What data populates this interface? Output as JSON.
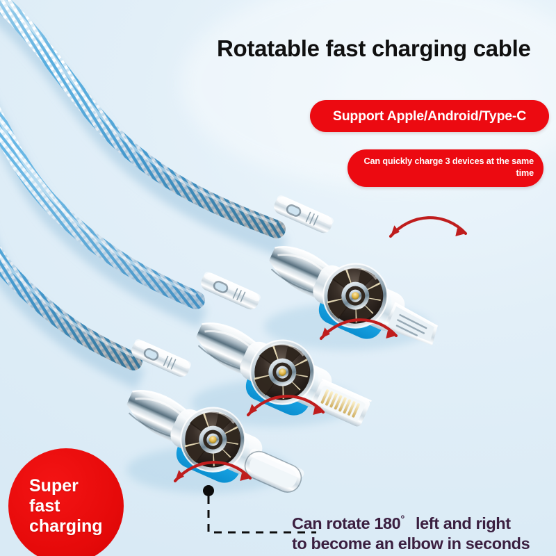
{
  "page": {
    "kind": "product-advertisement",
    "background_color": "#e4f1f8",
    "accent_red": "#ec0a11",
    "arrow_red": "#bf1d1d",
    "caption_color": "#3b1f40",
    "cable_blue": "#4aa8e0",
    "collar_cyan": "#2ab4f0"
  },
  "title": "Rotatable fast charging cable",
  "badges": {
    "support": "Support Apple/Android/Type-C",
    "multicharge_line1": "Can quickly charge 3 devices at the same",
    "multicharge_line2": "time"
  },
  "circle_badge": {
    "line1": "Super",
    "line2": "fast",
    "line3": "charging"
  },
  "caption": {
    "line1_a": "Can rotate 180",
    "line1_degree": "°",
    "line1_b": "left and right",
    "line2": "to become an elbow in seconds"
  },
  "product": {
    "connectors": [
      {
        "id": "micro-usb",
        "label": "Micro USB",
        "position": "top"
      },
      {
        "id": "lightning",
        "label": "Lightning",
        "position": "middle"
      },
      {
        "id": "usb-c",
        "label": "Type-C",
        "position": "bottom"
      }
    ],
    "cable_count": 3,
    "cable_style": "braided nylon blue/white",
    "rotation_degrees": "180"
  }
}
